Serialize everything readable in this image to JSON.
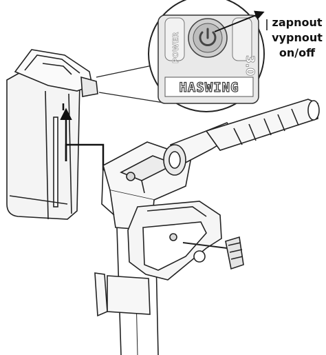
{
  "panel": {
    "power_label": "POWER",
    "version_label": "3.0",
    "brand_logo": "HASWING"
  },
  "callout": {
    "line1": "zapnout",
    "line2": "vypnout",
    "line3": "on/off"
  },
  "icons": {
    "power_button": "power-icon",
    "arrow": "arrow-up-right"
  }
}
